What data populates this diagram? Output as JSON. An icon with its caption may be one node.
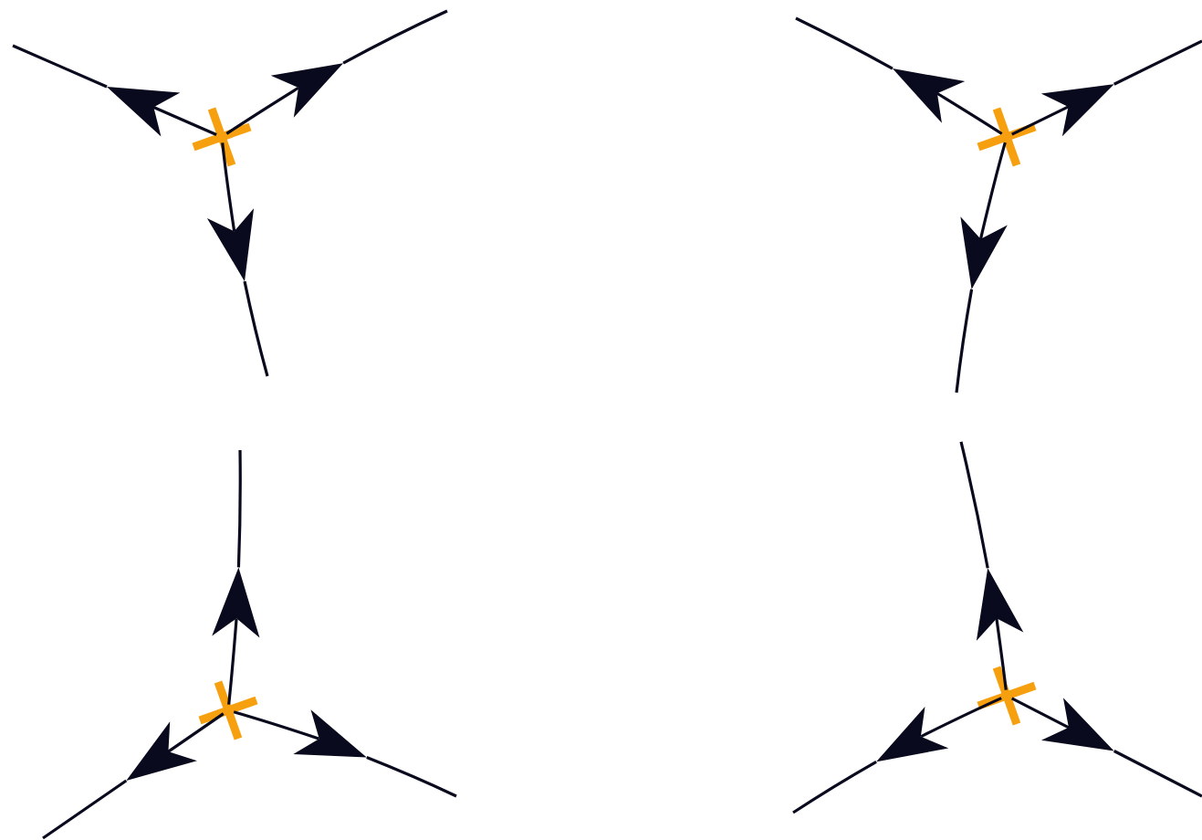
{
  "diagram": {
    "nodes": [
      {
        "text": [],
        "shape": "cross"
      },
      {
        "text": [],
        "shape": "cross"
      },
      {
        "text": [],
        "shape": "cross"
      },
      {
        "text": [],
        "shape": "cross"
      }
    ],
    "edges": [
      {
        "from": 0,
        "to": null,
        "arrow": "to"
      },
      {
        "from": 0,
        "to": null,
        "arrow": "to"
      },
      {
        "from": 0,
        "to": null,
        "arrow": "to"
      },
      {
        "from": 1,
        "to": null,
        "arrow": "to"
      },
      {
        "from": 1,
        "to": null,
        "arrow": "to"
      },
      {
        "from": 1,
        "to": null,
        "arrow": "to"
      },
      {
        "from": 2,
        "to": null,
        "arrow": "to"
      },
      {
        "from": 2,
        "to": null,
        "arrow": "to"
      },
      {
        "from": 2,
        "to": null,
        "arrow": "to"
      },
      {
        "from": 3,
        "to": null,
        "arrow": "to"
      },
      {
        "from": 3,
        "to": null,
        "arrow": "to"
      },
      {
        "from": 3,
        "to": null,
        "arrow": "to"
      }
    ]
  }
}
